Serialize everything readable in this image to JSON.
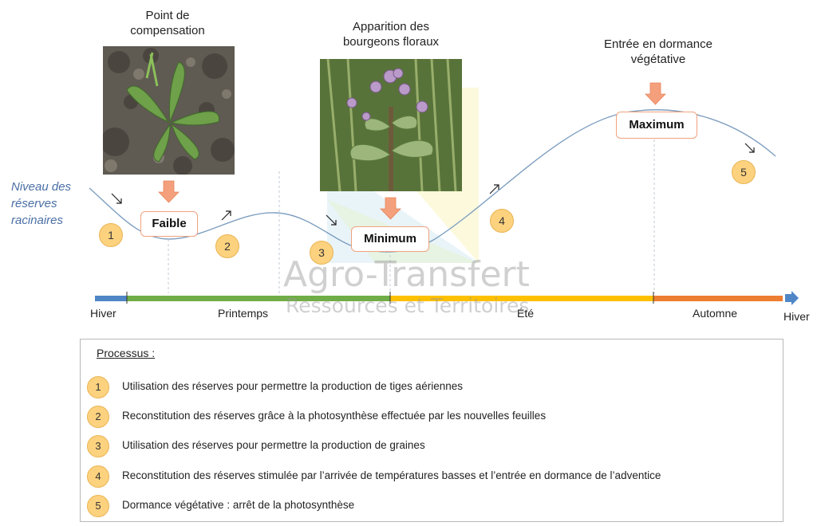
{
  "reserve_label": "Niveau des réserves racinaires",
  "stages": {
    "compensation": "Point de compensation",
    "flower_buds": "Apparition des bourgeons floraux",
    "dormancy": "Entrée en dormance végétative"
  },
  "levels": {
    "low": "Faible",
    "minimum": "Minimum",
    "maximum": "Maximum"
  },
  "badges": [
    "1",
    "2",
    "3",
    "4",
    "5"
  ],
  "seasons": {
    "winter_start": "Hiver",
    "spring": "Printemps",
    "summer": "Été",
    "autumn": "Automne",
    "winter_end": "Hiver"
  },
  "season_colors": {
    "winter": "#4f86c6",
    "spring": "#70ad47",
    "summer": "#ffc000",
    "autumn": "#ed7d31"
  },
  "watermark": {
    "line1": "Agro-Transfert",
    "line2": "Ressources et Territoires"
  },
  "legend": {
    "title": "Processus :",
    "items": [
      {
        "num": "1",
        "text": "Utilisation des réserves pour permettre la production de tiges aériennes"
      },
      {
        "num": "2",
        "text": "Reconstitution des réserves grâce à la photosynthèse effectuée par les nouvelles feuilles"
      },
      {
        "num": "3",
        "text": "Utilisation des réserves pour permettre la production de graines"
      },
      {
        "num": "4",
        "text": "Reconstitution des réserves stimulée par l’arrivée de températures basses et l’entrée en dormance de l’adventice"
      },
      {
        "num": "5",
        "text": "Dormance végétative : arrêt de la photosynthèse"
      }
    ]
  },
  "icons": {
    "arrow_down": "arrow-down-icon",
    "trend_down": "trend-down-icon",
    "trend_up": "trend-up-icon"
  }
}
